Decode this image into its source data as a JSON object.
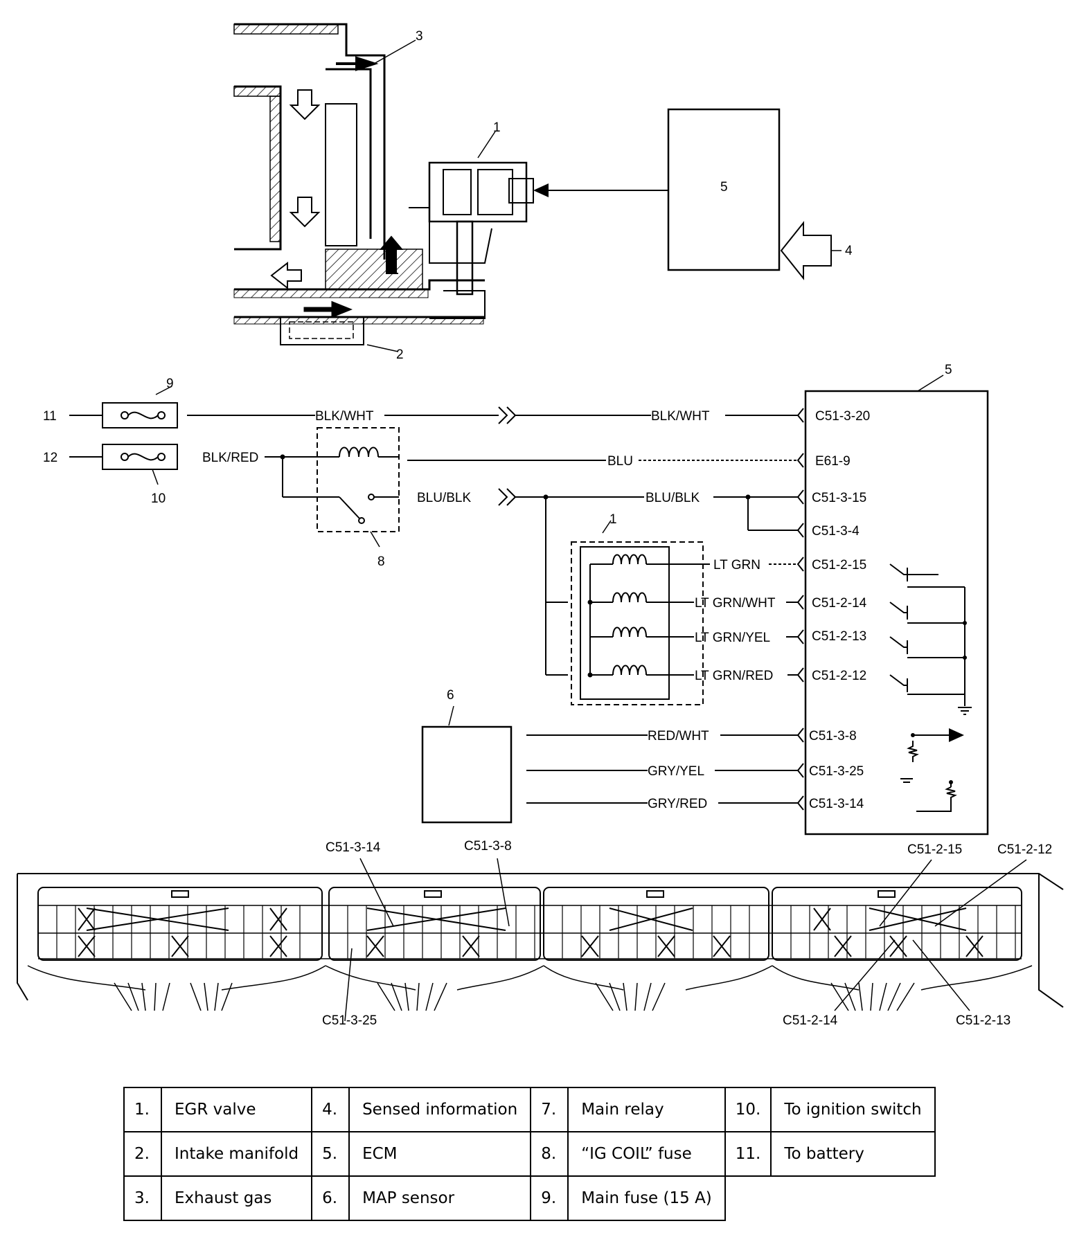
{
  "callouts": {
    "egr_valve": "1",
    "intake_manifold": "2",
    "exhaust_gas": "3",
    "sensed_information": "4",
    "ecm": "5",
    "map_sensor": "6",
    "main_relay": "8",
    "main_fuse": "9",
    "ig_coil_fuse": "10",
    "to_ignition_switch": "12",
    "to_battery": "11"
  },
  "wires": {
    "blk_wht": "BLK/WHT",
    "blk_red": "BLK/RED",
    "blu": "BLU",
    "blu_blk": "BLU/BLK",
    "lt_grn": "LT GRN",
    "lt_grn_wht": "LT GRN/WHT",
    "lt_grn_yel": "LT GRN/YEL",
    "lt_grn_red": "LT GRN/RED",
    "red_wht": "RED/WHT",
    "gry_yel": "GRY/YEL",
    "gry_red": "GRY/RED"
  },
  "ecm_pins": [
    "C51-3-20",
    "E61-9",
    "C51-3-15",
    "C51-3-4",
    "C51-2-15",
    "C51-2-14",
    "C51-2-13",
    "C51-2-12",
    "C51-3-8",
    "C51-3-25",
    "C51-3-14"
  ],
  "connector_labels": {
    "top": [
      "C51-3-14",
      "C51-3-8",
      "C51-2-15",
      "C51-2-12"
    ],
    "bottom": [
      "C51-3-25",
      "C51-2-14",
      "C51-2-13"
    ]
  },
  "legend": {
    "rows": [
      [
        {
          "num": "1.",
          "label": "EGR valve"
        },
        {
          "num": "4.",
          "label": "Sensed information"
        },
        {
          "num": "7.",
          "label": "Main relay"
        },
        {
          "num": "10.",
          "label": "To ignition switch"
        }
      ],
      [
        {
          "num": "2.",
          "label": "Intake manifold"
        },
        {
          "num": "5.",
          "label": "ECM"
        },
        {
          "num": "8.",
          "label": "“IG COIL” fuse"
        },
        {
          "num": "11.",
          "label": "To battery"
        }
      ],
      [
        {
          "num": "3.",
          "label": "Exhaust gas"
        },
        {
          "num": "6.",
          "label": "MAP sensor"
        },
        {
          "num": "9.",
          "label": "Main fuse (15 A)"
        }
      ]
    ]
  }
}
